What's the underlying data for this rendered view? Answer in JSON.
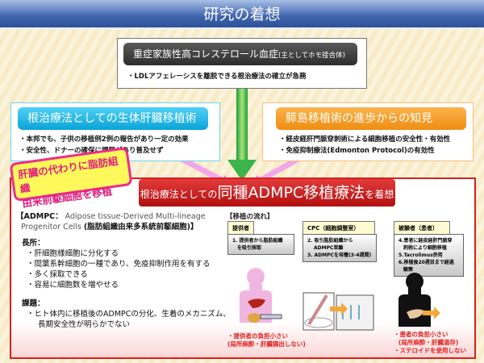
{
  "title": "研究の着想",
  "top": {
    "heading": "重症家族性高コレステロール血症",
    "heading_note": "(主としてホモ接合体)",
    "bullet": "・LDLアフェレーシスを離脱できる根治療法の確立が急務"
  },
  "left": {
    "heading": "根治療法としての生体肝臓移植術",
    "bullets": [
      "・本邦でも、子供の移植例2例の報告があり一定の効果",
      "・安全性、ドナーの確保に課題があり普及せず"
    ]
  },
  "right": {
    "heading": "膵島移植術の進歩からの知見",
    "bullets": [
      "・経皮経肝門脈穿刺術による細胞移植の安全性・有効性",
      "・免疫抑制療法(Edmonton Protocol)の有効性"
    ]
  },
  "note": {
    "line1": "肝臓の代わりに脂肪組織",
    "line2": "由来前駆細胞を移植"
  },
  "main": {
    "heading_pre": "根治療法としての",
    "heading_big": "同種ADMPC移植療法",
    "heading_post": "を着想",
    "def_label": "【ADMPC：",
    "def_en1": "Adipose tissue-Derived Multi-lineage",
    "def_en2": "Progenitor Cells",
    "def_jp": "(脂肪組織由来多系統前駆細胞)】",
    "merits_label": "長所：",
    "merits": [
      "・肝細胞様細胞に分化する",
      "・間葉系幹細胞の一種であり、免疫抑制作用を有する",
      "・多く採取できる",
      "・容易に細胞数を増やせる"
    ],
    "issues_label": "課題：",
    "issues": [
      "・ヒト体内に移植後のADMPCの分化、生着のメカニズム、",
      "長期安全性が明らかでない"
    ]
  },
  "flow": {
    "label": "【移植の流れ】",
    "cols": [
      {
        "title": "提供者",
        "steps": [
          "1. 提供者から脂肪組織",
          "を吸引採取"
        ],
        "notes": [
          "・提供者の負担小さい",
          "(局所麻酔・肝臓摘出しない)"
        ]
      },
      {
        "title": "CPC（細胞調整室）",
        "steps": [
          "2. 吸引脂肪組織から",
          "ADMPC単離",
          "3. ADMPCを培養(3-4週間)"
        ],
        "notes": []
      },
      {
        "title": "被験者（患者）",
        "steps": [
          "4.患者に経皮経肝門脈穿",
          "刺術により細胞移植",
          "5.Tacrolimus併用",
          "6.移植後20週目まで経過",
          "観察"
        ],
        "notes": [
          "・患者の負担小さい",
          "(局所麻酔・肝臓温存)",
          "・ステロイドを使用しない"
        ]
      }
    ]
  }
}
